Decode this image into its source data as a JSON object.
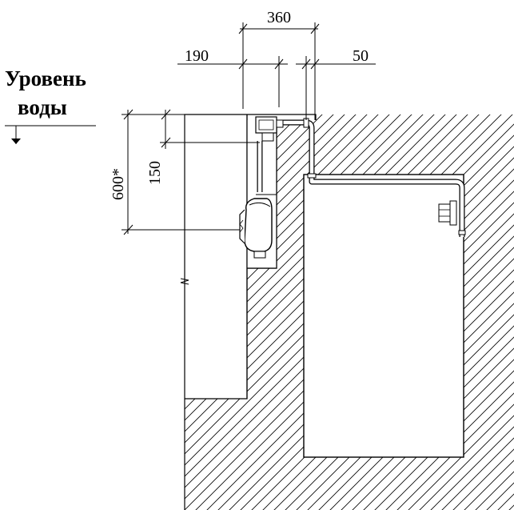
{
  "water_level": {
    "line1": "Уровень",
    "line2": "воды"
  },
  "dimensions": {
    "top_total": "360",
    "top_left": "190",
    "top_right": "50",
    "vertical_outer": "600*",
    "vertical_inner": "150"
  }
}
